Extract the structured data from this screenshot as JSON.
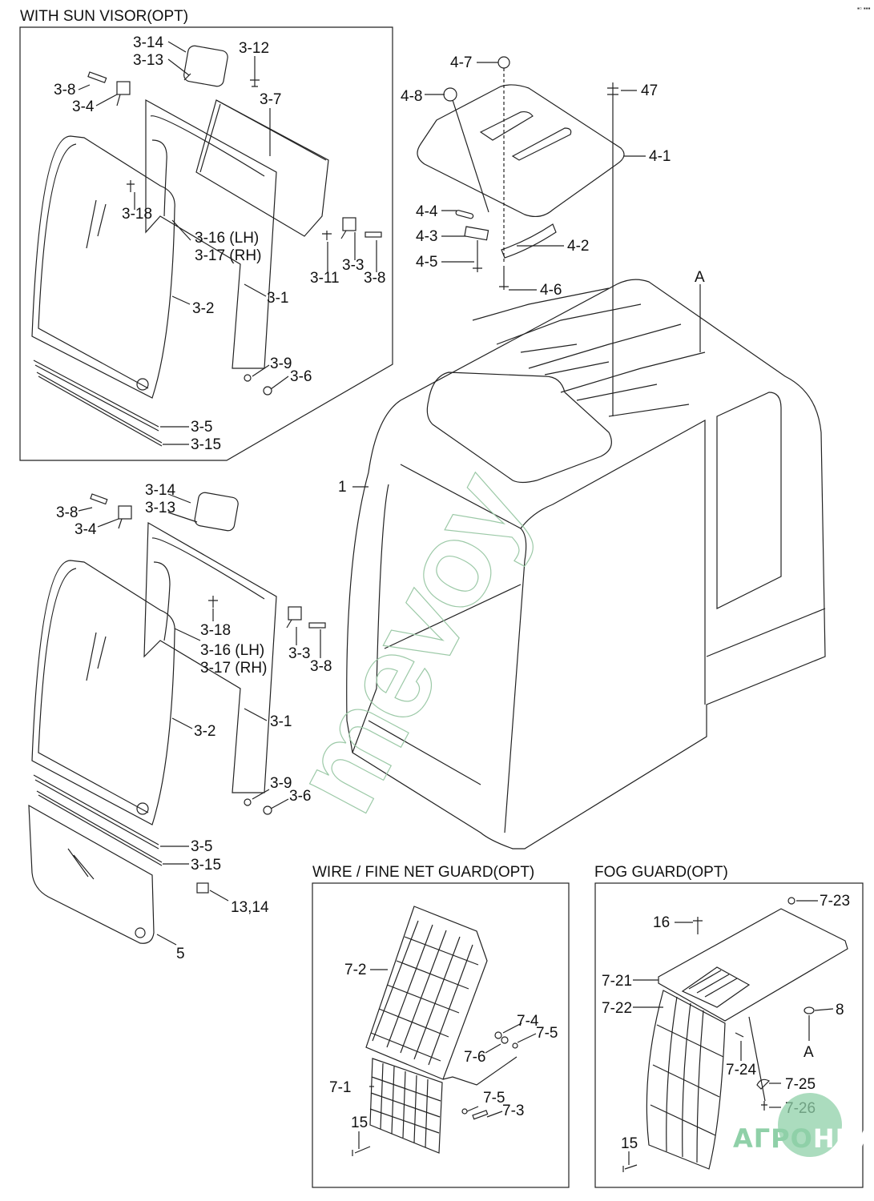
{
  "sections": {
    "sun_visor": {
      "title": "WITH SUN VISOR(OPT)"
    },
    "wire_guard": {
      "title": "WIRE / FINE NET GUARD(OPT)"
    },
    "fog_guard": {
      "title": "FOG GUARD(OPT)"
    }
  },
  "labels": {
    "sv_3_14": "3-14",
    "sv_3_13": "3-13",
    "sv_3_12": "3-12",
    "sv_3_8a": "3-8",
    "sv_3_4": "3-4",
    "sv_3_7": "3-7",
    "sv_3_18": "3-18",
    "sv_3_16": "3-16 (LH)",
    "sv_3_17": "3-17 (RH)",
    "sv_3_11": "3-11",
    "sv_3_3": "3-3",
    "sv_3_8b": "3-8",
    "sv_3_1": "3-1",
    "sv_3_2": "3-2",
    "sv_3_9": "3-9",
    "sv_3_6": "3-6",
    "sv_3_5": "3-5",
    "sv_3_15": "3-15",
    "top_4_7": "4-7",
    "top_4_8": "4-8",
    "top_47": "47",
    "top_4_1": "4-1",
    "top_4_4": "4-4",
    "top_4_3": "4-3",
    "top_4_2": "4-2",
    "top_4_5": "4-5",
    "top_4_6": "4-6",
    "top_A": "A",
    "cab_1": "1",
    "lw_3_14": "3-14",
    "lw_3_13": "3-13",
    "lw_3_8a": "3-8",
    "lw_3_4": "3-4",
    "lw_3_18": "3-18",
    "lw_3_16": "3-16 (LH)",
    "lw_3_17": "3-17 (RH)",
    "lw_3_3": "3-3",
    "lw_3_8b": "3-8",
    "lw_3_1": "3-1",
    "lw_3_2": "3-2",
    "lw_3_9": "3-9",
    "lw_3_6": "3-6",
    "lw_3_5": "3-5",
    "lw_3_15": "3-15",
    "lw_13_14": "13,14",
    "lw_5": "5",
    "wg_7_2": "7-2",
    "wg_7_4": "7-4",
    "wg_7_5a": "7-5",
    "wg_7_6": "7-6",
    "wg_7_1": "7-1",
    "wg_7_5b": "7-5",
    "wg_7_3": "7-3",
    "wg_15": "15",
    "fg_7_23": "7-23",
    "fg_16": "16",
    "fg_7_21": "7-21",
    "fg_7_22": "7-22",
    "fg_8": "8",
    "fg_A": "A",
    "fg_7_24": "7-24",
    "fg_7_25": "7-25",
    "fg_7_26": "7-26",
    "fg_15": "15"
  },
  "watermark": {
    "text": "mevoy"
  },
  "logo": {
    "part1": "АГРО",
    "part2": "НКА",
    "color": "#8fd0a8"
  },
  "colors": {
    "line": "#222222",
    "watermark": "#9cc9a7"
  }
}
